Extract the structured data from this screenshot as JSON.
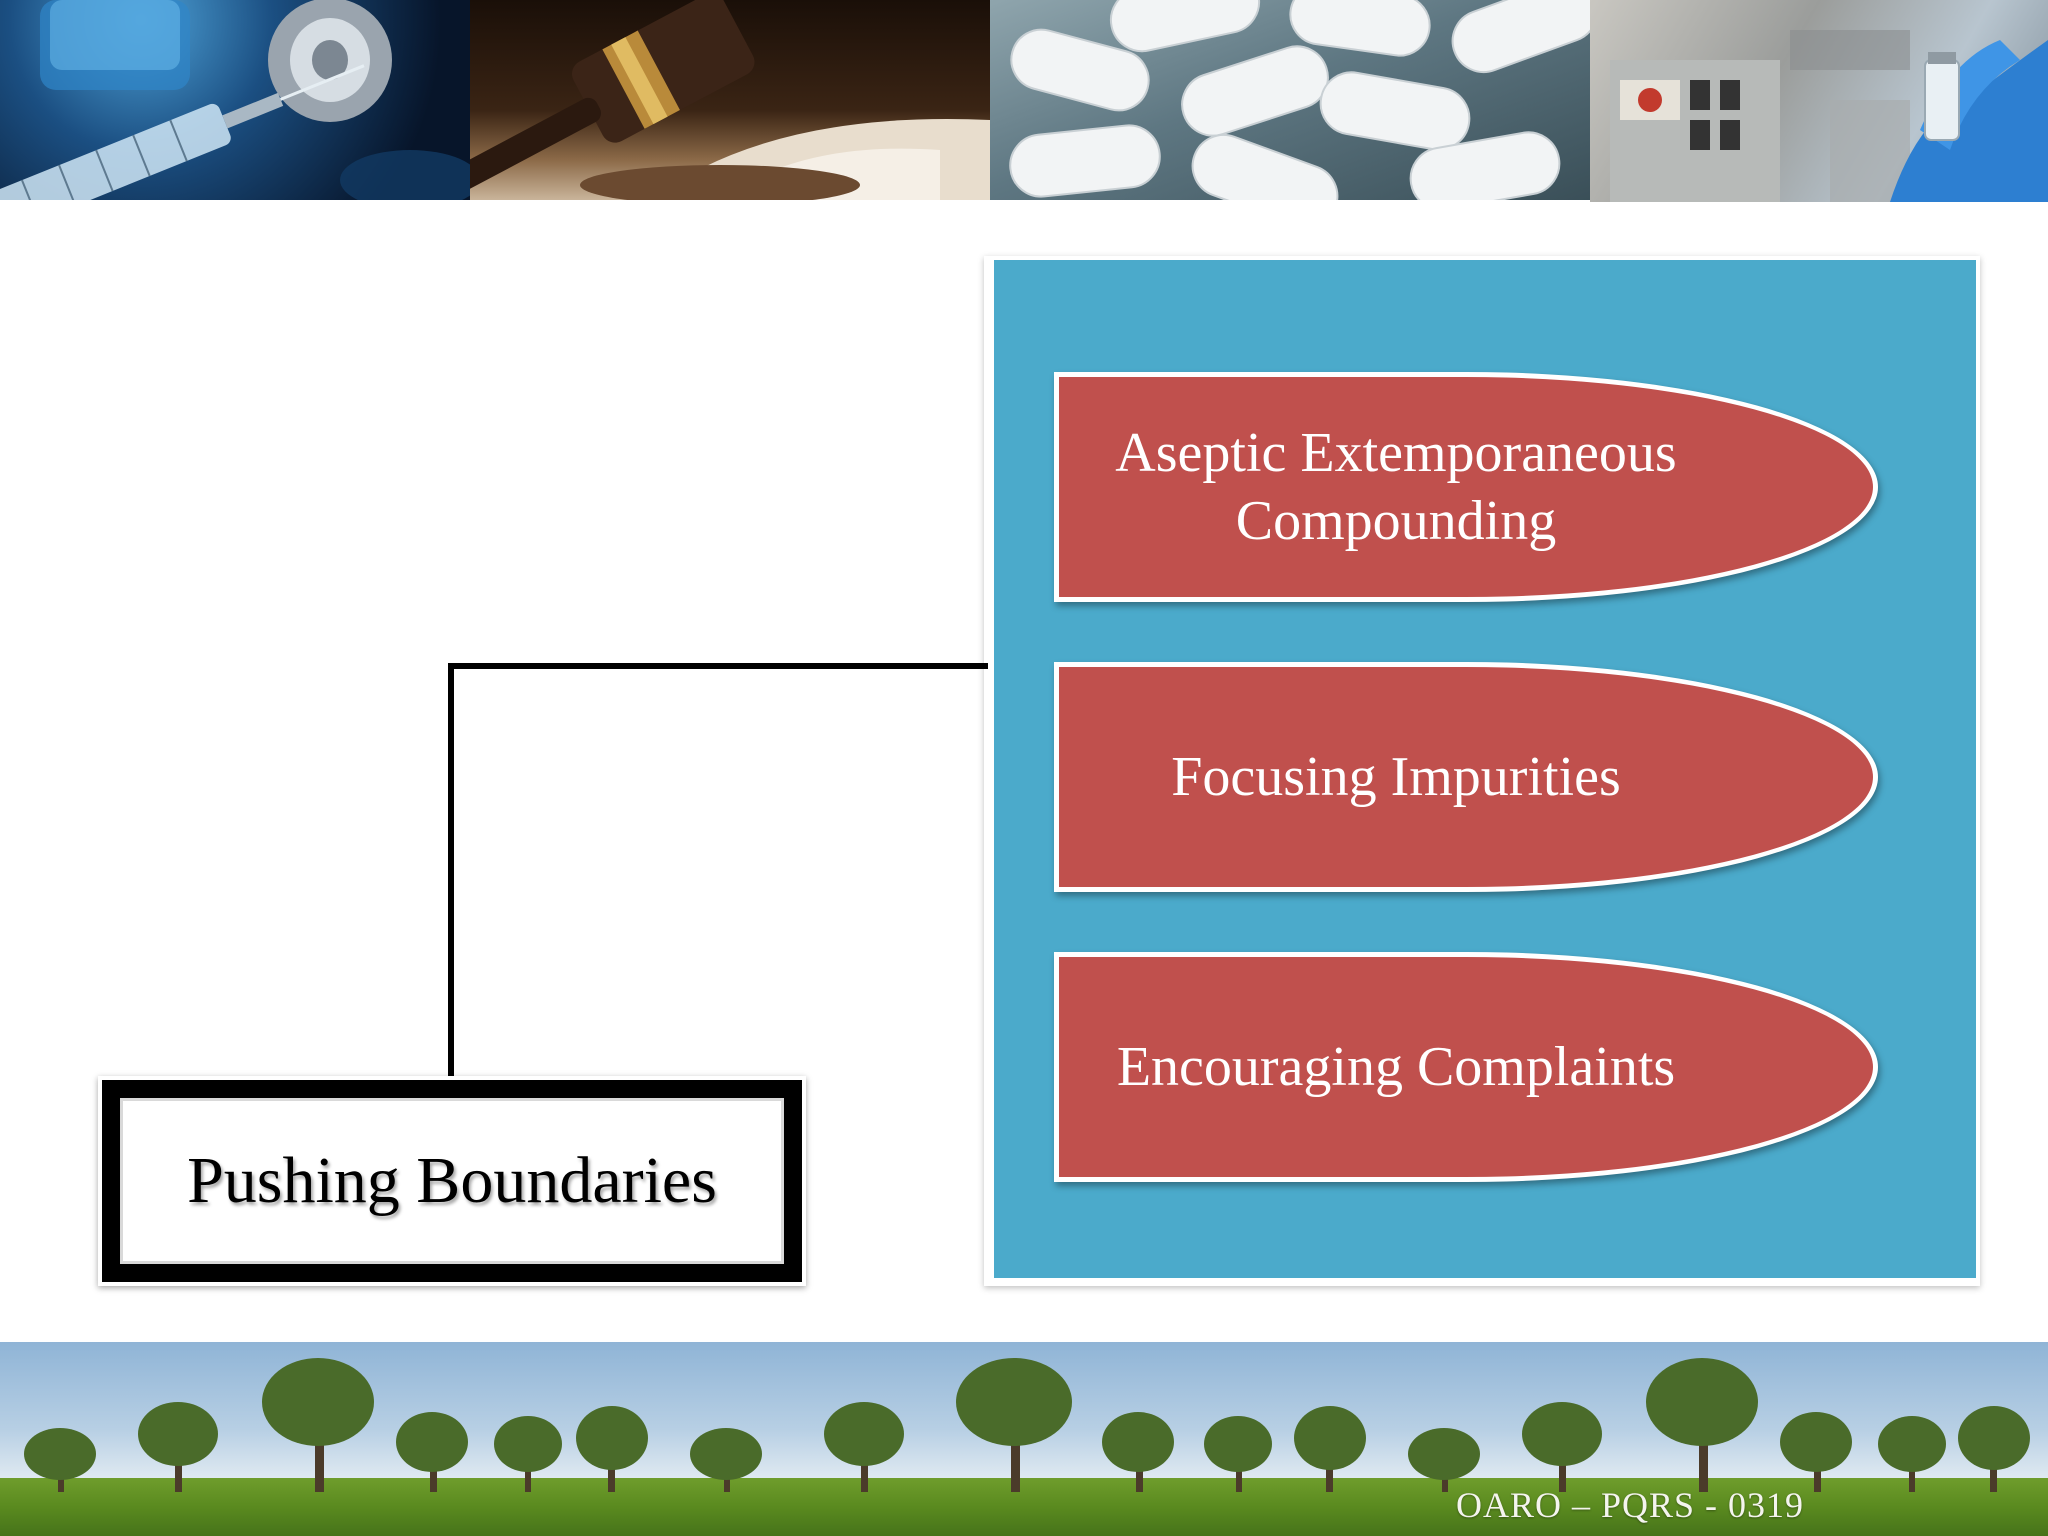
{
  "slide": {
    "root_label": "Pushing Boundaries",
    "items": [
      {
        "lines": [
          "Aseptic Extemporaneous",
          "Compounding"
        ]
      },
      {
        "lines": [
          "Focusing Impurities"
        ]
      },
      {
        "lines": [
          "Encouraging Complaints"
        ]
      }
    ],
    "footer_code": "OARO – PQRS - 0319"
  },
  "colors": {
    "panel_fill": "#4baacb",
    "item_fill": "#c0504d",
    "connector": "#000000"
  },
  "images": {
    "top_banner": [
      "syringe-vial-photo",
      "gavel-book-photo",
      "white-pills-photo",
      "lab-vial-glove-photo"
    ],
    "bottom_banner": [
      "trees-meadow-photo",
      "trees-meadow-photo",
      "trees-meadow-photo"
    ]
  }
}
